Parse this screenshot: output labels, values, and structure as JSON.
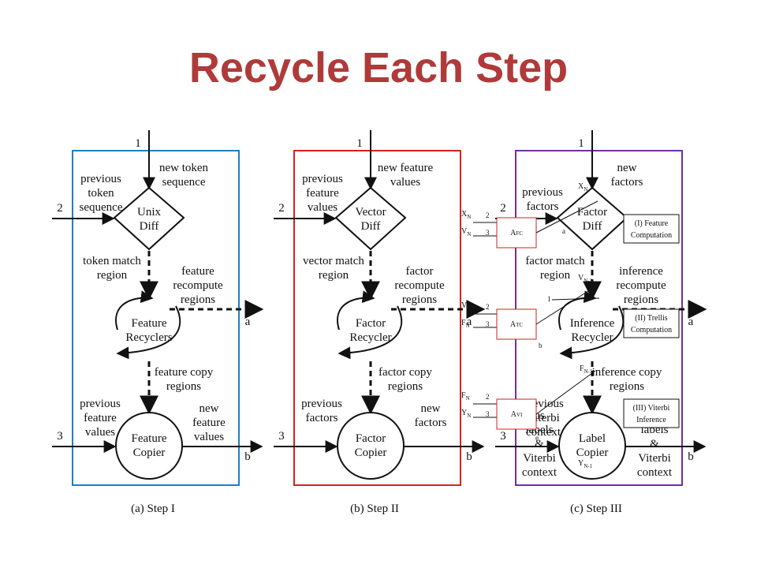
{
  "title": "Recycle Each Step",
  "colors": {
    "title": "#b03a3a",
    "step1_frame": "#1f7fc0",
    "step2_frame": "#d62020",
    "step3_frame": "#7030a0",
    "overlay_border": "#d02020"
  },
  "ports": {
    "in1": "1",
    "in2": "2",
    "in3": "3",
    "out_a": "a",
    "out_b": "b"
  },
  "step1": {
    "caption": "(a) Step I",
    "new_input": [
      "new token",
      "sequence"
    ],
    "prev_input": [
      "previous",
      "token",
      "sequence"
    ],
    "diff": [
      "Unix",
      "Diff"
    ],
    "match": [
      "token match",
      "region"
    ],
    "recompute": [
      "feature",
      "recompute",
      "regions"
    ],
    "recycler": [
      "Feature",
      "Recyclers"
    ],
    "copy": [
      "feature copy",
      "regions"
    ],
    "prev_values": [
      "previous",
      "feature",
      "values"
    ],
    "copier": [
      "Feature",
      "Copier"
    ],
    "new_values": [
      "new",
      "feature",
      "values"
    ]
  },
  "step2": {
    "caption": "(b) Step II",
    "new_input": [
      "new feature",
      "values"
    ],
    "prev_input": [
      "previous",
      "feature",
      "values"
    ],
    "diff": [
      "Vector",
      "Diff"
    ],
    "match": [
      "vector match",
      "region"
    ],
    "recompute": [
      "factor",
      "recompute",
      "regions"
    ],
    "recycler": [
      "Factor",
      "Recycler"
    ],
    "copy": [
      "factor copy",
      "regions"
    ],
    "prev_values": [
      "previous",
      "factors"
    ],
    "copier": [
      "Factor",
      "Copier"
    ],
    "new_values": [
      "new",
      "factors"
    ]
  },
  "step3": {
    "caption": "(c) Step III",
    "new_input": [
      "new",
      "factors"
    ],
    "prev_input": [
      "previous",
      "factors"
    ],
    "diff": [
      "Factor",
      "Diff"
    ],
    "match": [
      "factor match",
      "region"
    ],
    "recompute": [
      "inference",
      "recompute",
      "regions"
    ],
    "recycler": [
      "Inference",
      "Recycler"
    ],
    "copy": [
      "inference copy",
      "regions"
    ],
    "prev_values": [
      "previous",
      "Viterbi",
      "context"
    ],
    "prev_labels_fragments": [
      "us",
      "labels",
      "&",
      "Viterbi",
      "context"
    ],
    "copier": [
      "Label",
      "Copier"
    ],
    "new_values": [
      "labels",
      "&",
      "Viterbi",
      "context"
    ],
    "overlay_signals": {
      "xn": "X",
      "vn": "V",
      "fn": "F",
      "yn": "Y",
      "sub_n": "N",
      "sub_n1": "N-1"
    },
    "overlay_small": [
      "1",
      "b",
      "a",
      "e"
    ],
    "computations": [
      "(I) Feature Computation",
      "(II) Trellis Computation",
      "(III) Viterbi Inference"
    ],
    "boxes": [
      {
        "label": "A",
        "sub": "FC",
        "in_top": "X",
        "in_bot": "V",
        "n_top": "2",
        "n_bot": "3",
        "out": "a"
      },
      {
        "label": "A",
        "sub": "TC",
        "in_top": "V",
        "in_bot": "F",
        "n_top": "2",
        "n_bot": "3",
        "out": ""
      },
      {
        "label": "A",
        "sub": "VI",
        "in_top": "F",
        "in_bot": "Y",
        "n_top": "2",
        "n_bot": "3",
        "out": ""
      }
    ]
  }
}
